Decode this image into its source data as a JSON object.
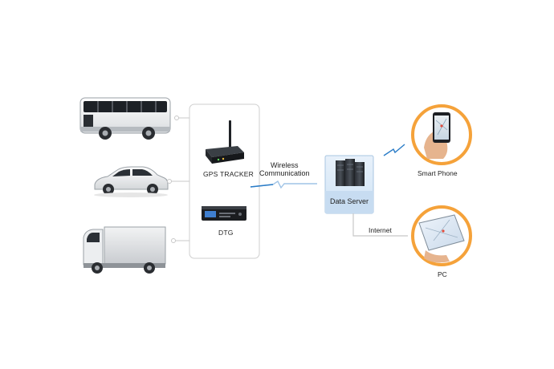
{
  "devices": {
    "gps_tracker": "GPS TRACKER",
    "dtg": "DTG"
  },
  "links": {
    "wireless_line1": "Wireless",
    "wireless_line2": "Communication",
    "internet": "Internet"
  },
  "server": {
    "label": "Data Server"
  },
  "endpoints": {
    "smart_phone": "Smart Phone",
    "pc": "PC"
  },
  "colors": {
    "accent_orange": "#f5a23a",
    "server_blue": "#cfe3f5",
    "signal_blue": "#2a7cc7",
    "line_gray": "#c8c8c8"
  }
}
